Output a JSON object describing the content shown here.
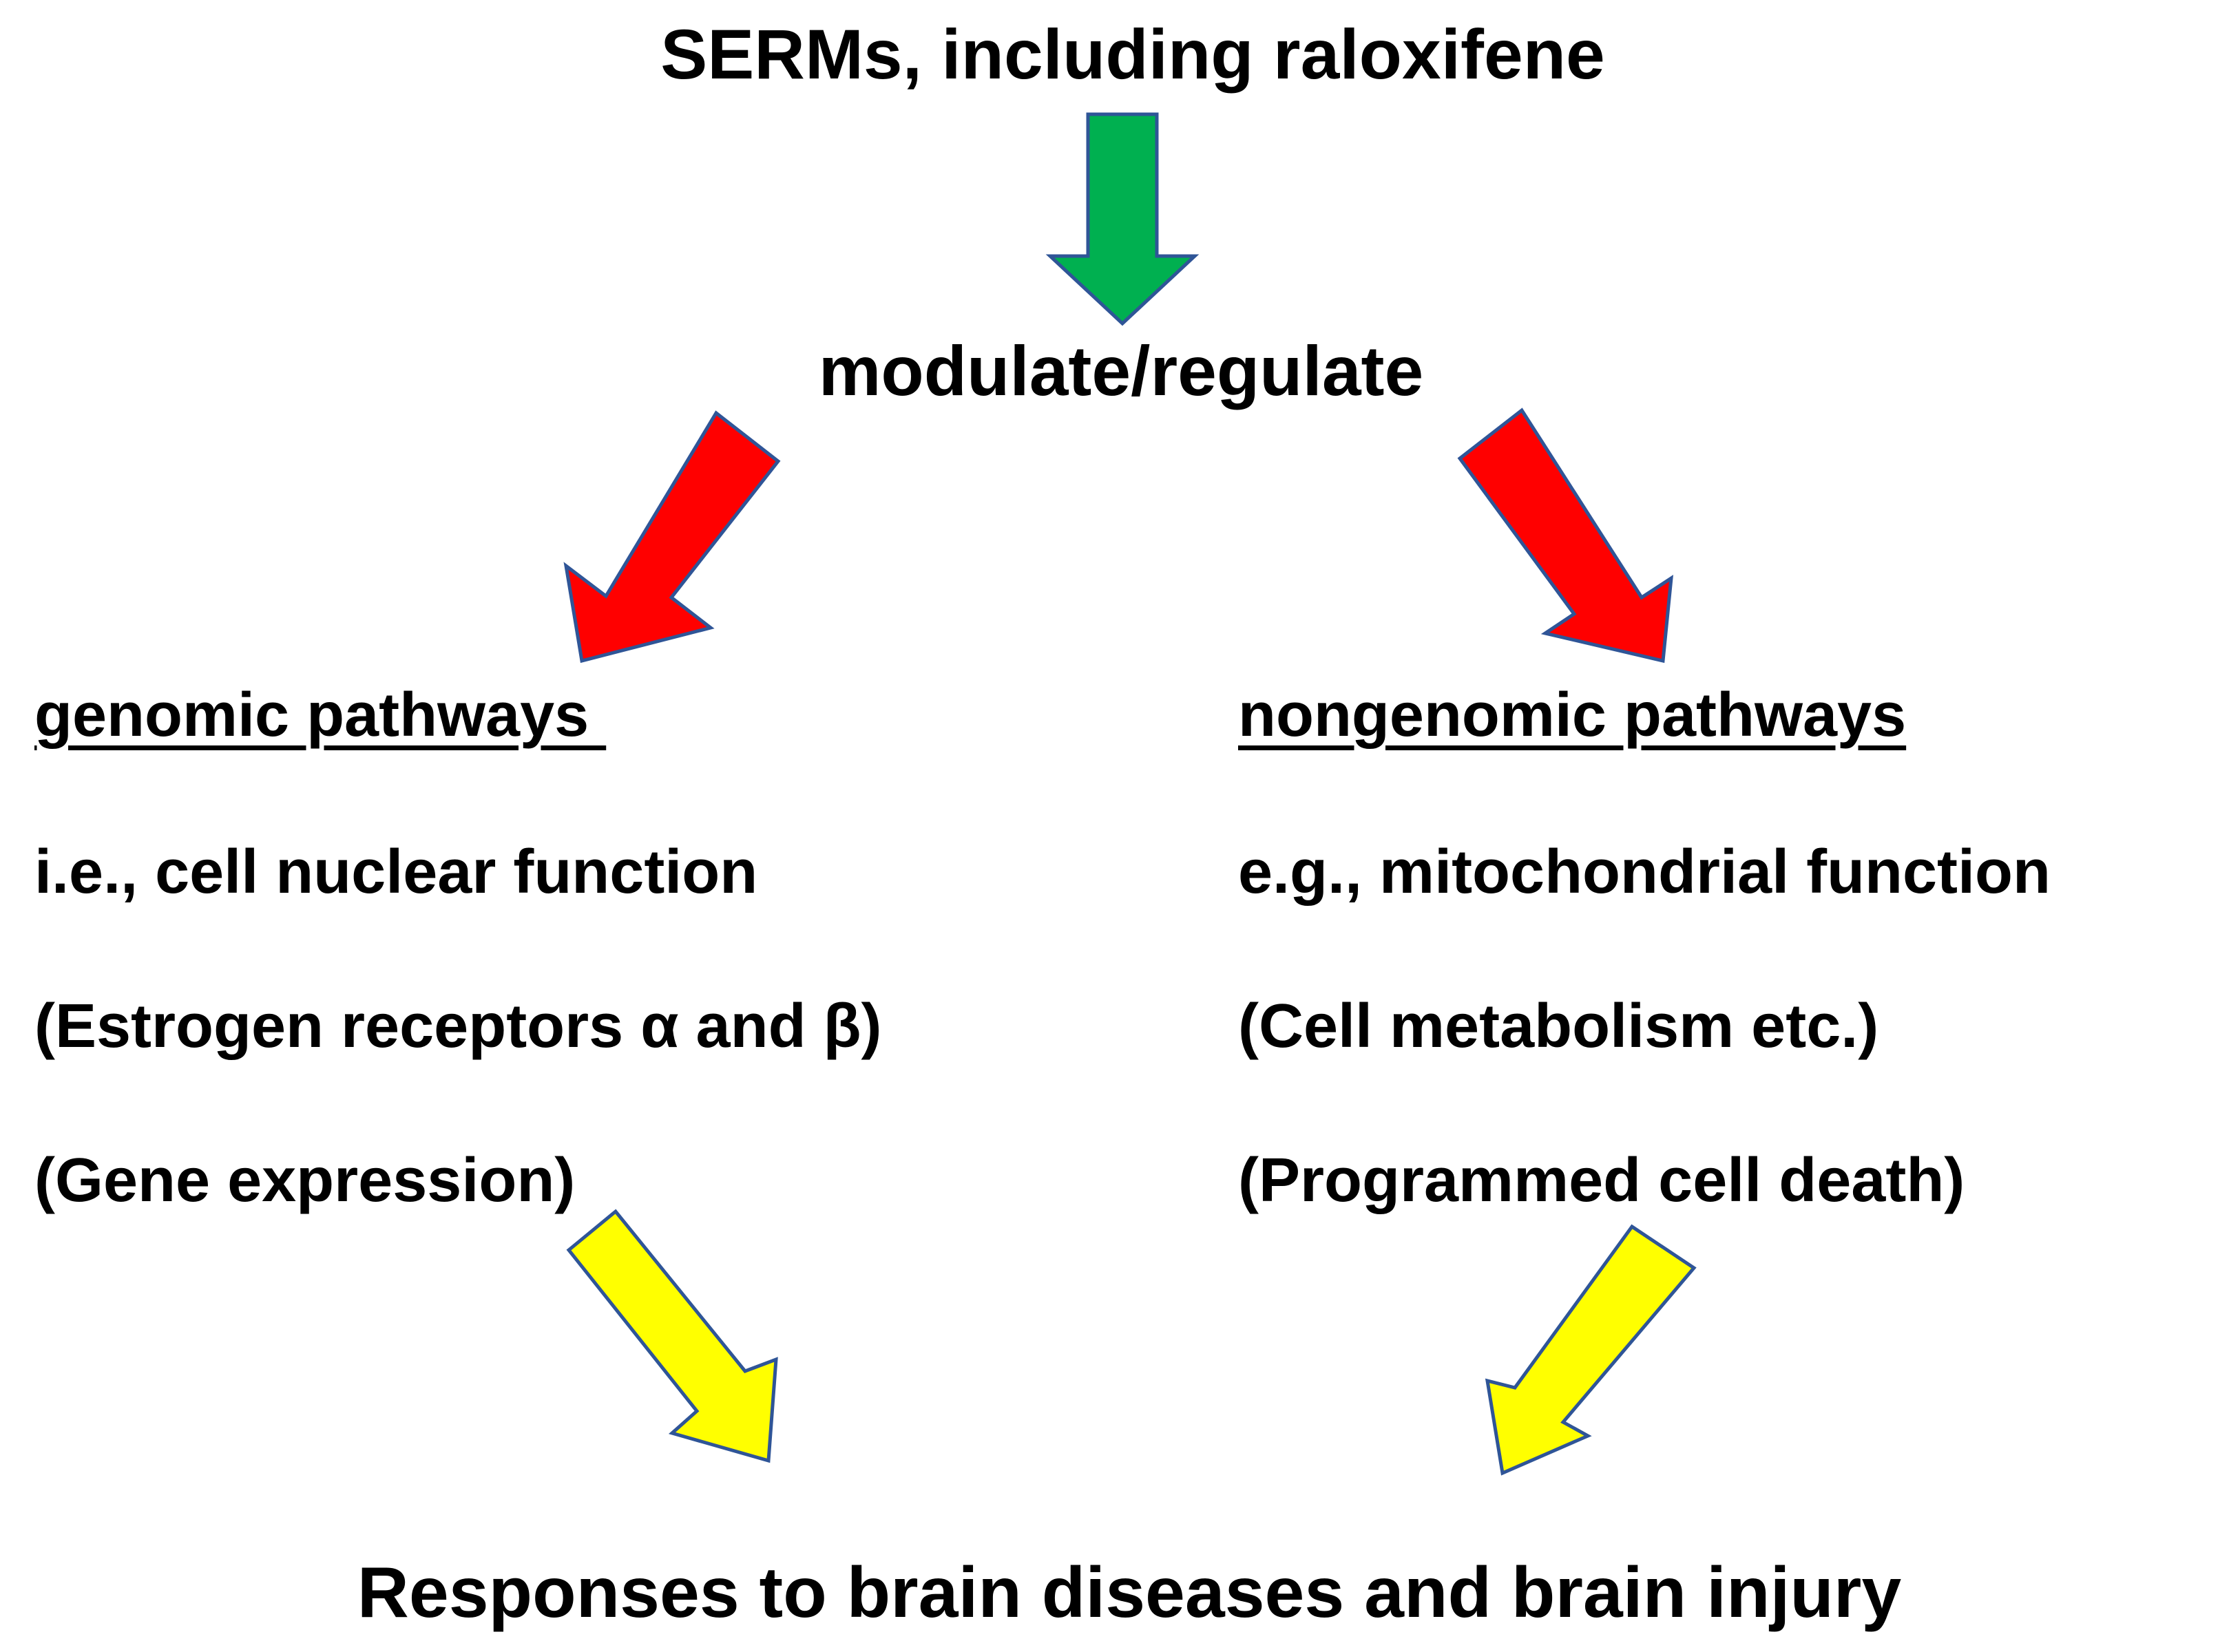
{
  "title": "SERMs, including raloxifene",
  "middle": "modulate/regulate",
  "left": {
    "heading": "genomic pathways ",
    "line1": "i.e., cell nuclear function",
    "line2": "(Estrogen receptors α and β)",
    "line3": "(Gene expression)"
  },
  "right": {
    "heading": "nongenomic pathways",
    "line1": "e.g., mitochondrial function",
    "line2": "(Cell metabolism etc.)",
    "line3": "(Programmed cell death)"
  },
  "bottom": "Responses to brain diseases and brain injury",
  "colors": {
    "green_arrow": "#00b050",
    "red_arrow": "#ff0000",
    "yellow_arrow": "#ffff00",
    "arrow_outline": "#2f5597",
    "text": "#000000"
  }
}
